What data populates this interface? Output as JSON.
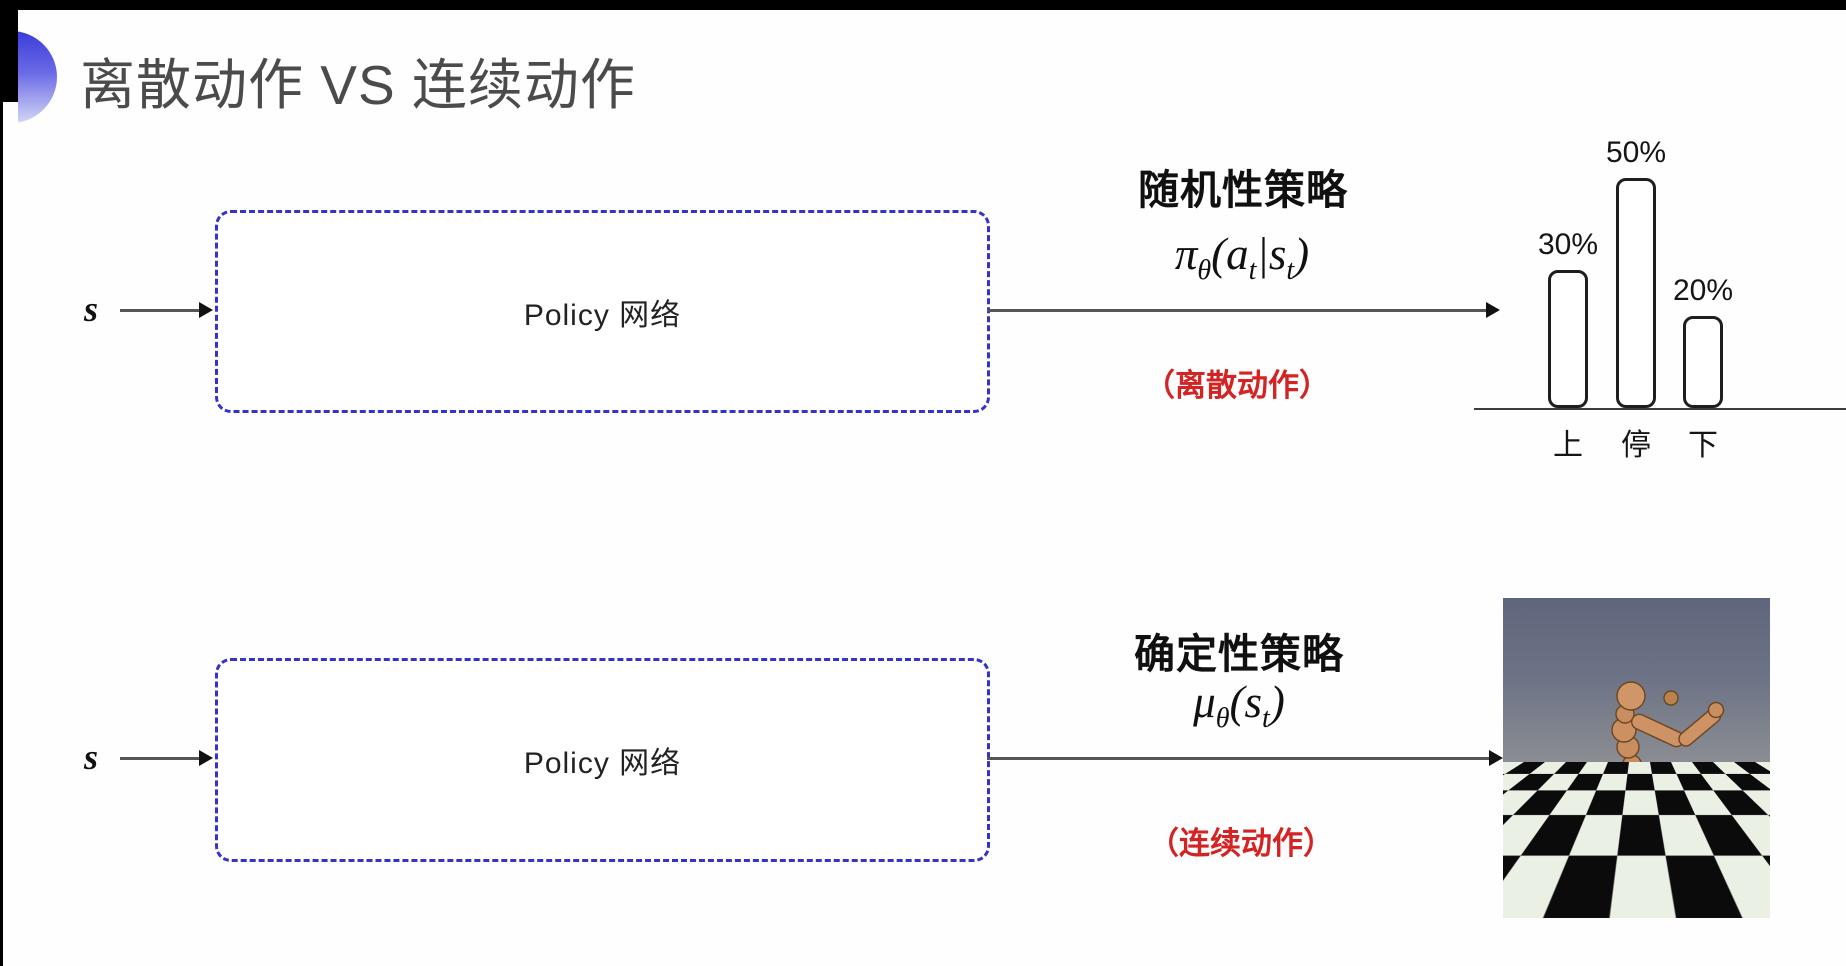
{
  "title": "离散动作 VS 连续动作",
  "top": {
    "input_label": "s",
    "network_label": "Policy 网络",
    "policy_title": "随机性策略",
    "formula": {
      "sym": "π",
      "theta": "θ",
      "open": "(",
      "a": "a",
      "a_sub": "t",
      "bar": "|",
      "s": "s",
      "s_sub": "t",
      "close": ")"
    },
    "note": "（离散动作）"
  },
  "chart_data": {
    "type": "bar",
    "title": "",
    "xlabel": "",
    "ylabel": "",
    "categories": [
      "上",
      "停",
      "下"
    ],
    "values": [
      30,
      50,
      20
    ],
    "value_labels": [
      "30%",
      "50%",
      "20%"
    ],
    "ylim": [
      0,
      55
    ],
    "grid": false,
    "legend": false,
    "bar_style": "outlined rounded white bars on plain baseline"
  },
  "bottom": {
    "input_label": "s",
    "network_label": "Policy 网络",
    "policy_title": "确定性策略",
    "formula": {
      "sym": "μ",
      "theta": "θ",
      "open": "(",
      "s": "s",
      "s_sub": "t",
      "close": ")"
    },
    "note": "（连续动作）"
  },
  "robot_image": {
    "description": "humanoid-robot-on-checkerboard-floor"
  },
  "colors": {
    "dashed_box": "#3434c8",
    "note_red": "#d42323",
    "arrow_gray": "#555555",
    "title_gray": "#4b4b4b",
    "circle_top": "#3b3cd9",
    "circle_bottom": "#d3d6f6"
  }
}
